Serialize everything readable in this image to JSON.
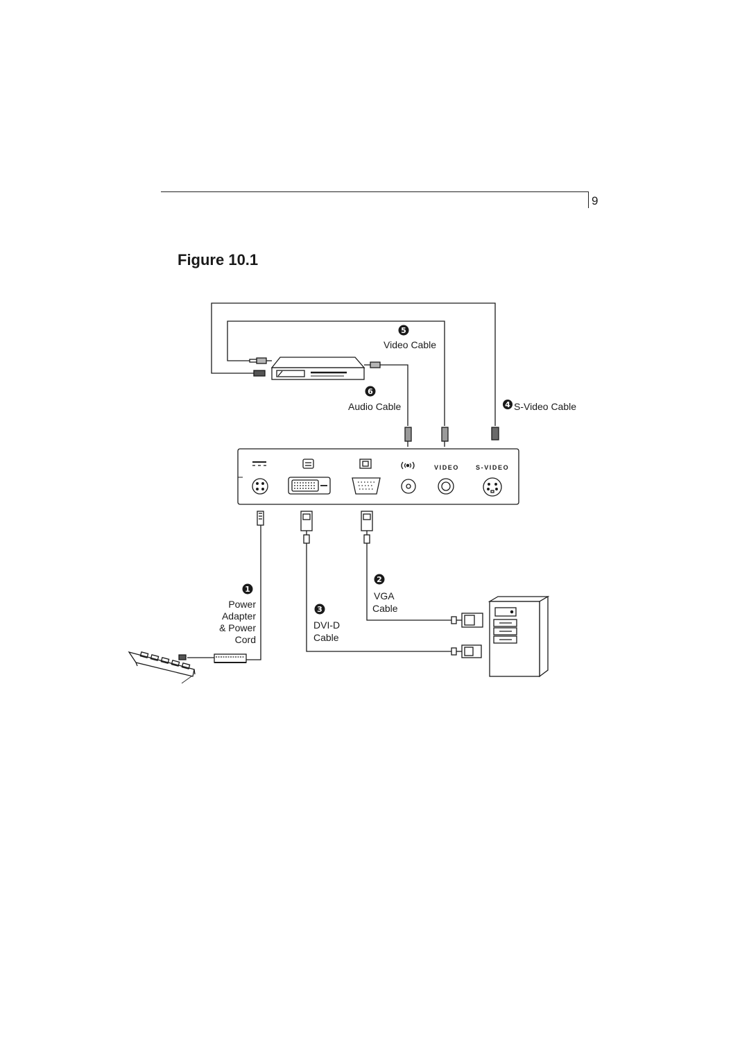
{
  "page": {
    "number": "9"
  },
  "figure": {
    "title": "Figure 10.1"
  },
  "callouts": {
    "power": {
      "number": "1",
      "lines": [
        "Power",
        "Adapter",
        "& Power",
        "Cord"
      ]
    },
    "vga": {
      "number": "2",
      "lines": [
        "VGA",
        "Cable"
      ]
    },
    "dvi": {
      "number": "3",
      "lines": [
        "DVI-D",
        "Cable"
      ]
    },
    "svideo": {
      "number": "4",
      "label": "S-Video Cable"
    },
    "video": {
      "number": "5",
      "label": "Video Cable"
    },
    "audio": {
      "number": "6",
      "label": "Audio Cable"
    }
  },
  "panel": {
    "ports": [
      "DC-IN",
      "DVI",
      "VGA",
      "AUDIO",
      "VIDEO",
      "S-VIDEO"
    ],
    "text_labels": {
      "video": "VIDEO",
      "svideo": "S-VIDEO"
    }
  },
  "icons": [
    "dc-in-icon",
    "dvi-icon",
    "vga-icon",
    "audio-icon"
  ],
  "colors": {
    "line": "#1a1a1a",
    "callout_fill": "#1a1a1a",
    "background": "#ffffff"
  }
}
